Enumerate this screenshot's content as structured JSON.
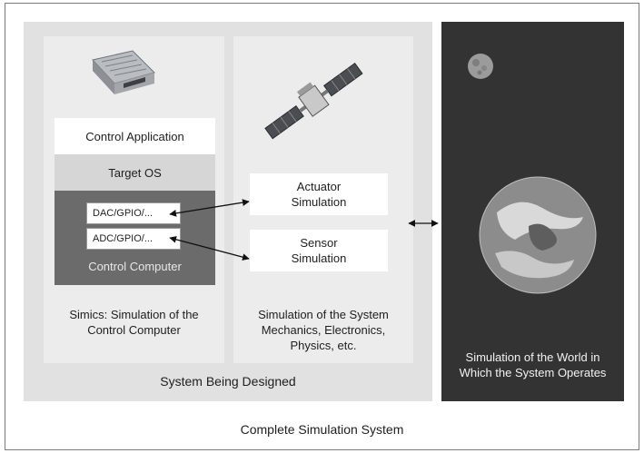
{
  "outer_title": "Complete Simulation System",
  "system_title": "System Being Designed",
  "control_computer": {
    "app_label": "Control Application",
    "os_label": "Target OS",
    "dac_label": "DAC/GPIO/...",
    "adc_label": "ADC/GPIO/...",
    "block_label": "Control Computer",
    "caption_line1": "Simics: Simulation of the",
    "caption_line2": "Control Computer"
  },
  "system_sim": {
    "actuator_line1": "Actuator",
    "actuator_line2": "Simulation",
    "sensor_line1": "Sensor",
    "sensor_line2": "Simulation",
    "caption_line1": "Simulation of the System",
    "caption_line2": "Mechanics, Electronics,",
    "caption_line3": "Physics, etc."
  },
  "world": {
    "caption_line1": "Simulation of the World in",
    "caption_line2": "Which the System Operates"
  },
  "colors": {
    "world_panel": "#333333",
    "system_panel": "#e1e1e1",
    "control_block": "#6b6b6b"
  }
}
